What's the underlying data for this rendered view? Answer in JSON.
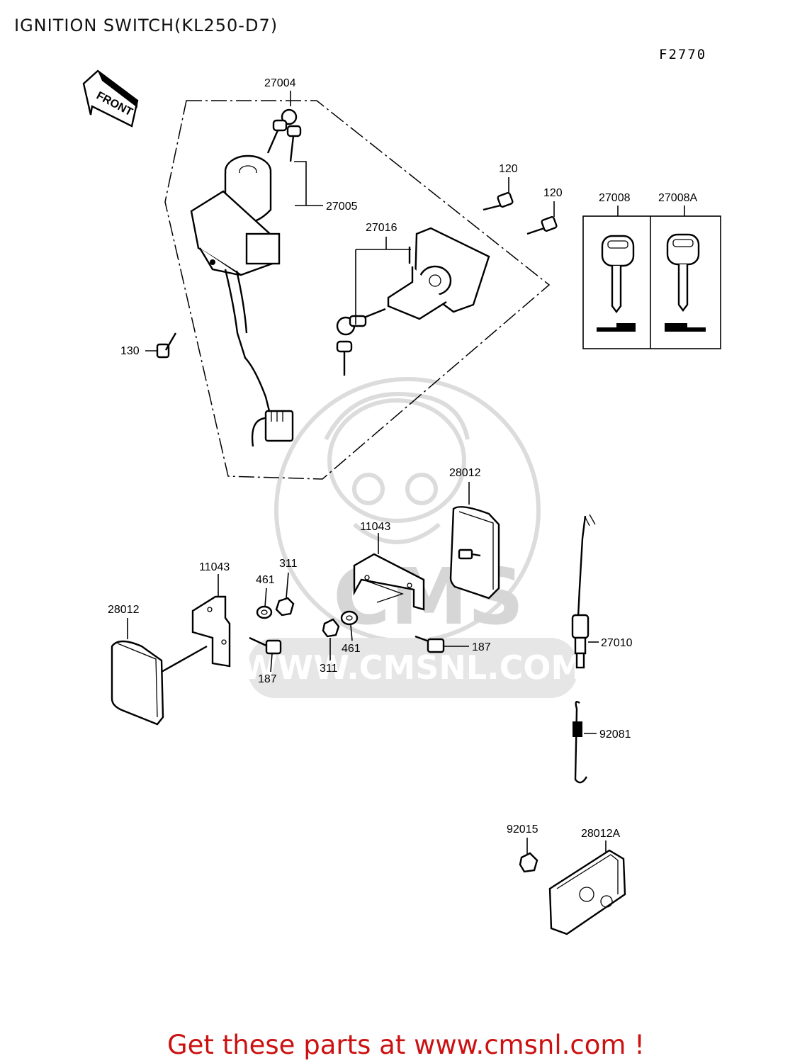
{
  "title": "IGNITION SWITCH(KL250-D7)",
  "figure_code": "F2770",
  "front_label": "FRONT",
  "footer": {
    "text": "Get these parts at www.cmsnl.com !",
    "color": "#cc1111"
  },
  "watermark": {
    "text": "WWW.CMSNL.COM",
    "logo_text": "CMS",
    "color": "#d6d6d6"
  },
  "part_numbers": {
    "p27004": "27004",
    "p27005": "27005",
    "p27016": "27016",
    "p120a": "120",
    "p120b": "120",
    "p27008": "27008",
    "p27008A": "27008A",
    "p130": "130",
    "p28012_right": "28012",
    "p11043_right": "11043",
    "p11043_left": "11043",
    "p461_left": "461",
    "p311_left": "311",
    "p28012_left": "28012",
    "p187_left": "187",
    "p311_mid": "311",
    "p461_mid": "461",
    "p187_right": "187",
    "p27010": "27010",
    "p92081": "92081",
    "p92015": "92015",
    "p28012A": "28012A"
  }
}
